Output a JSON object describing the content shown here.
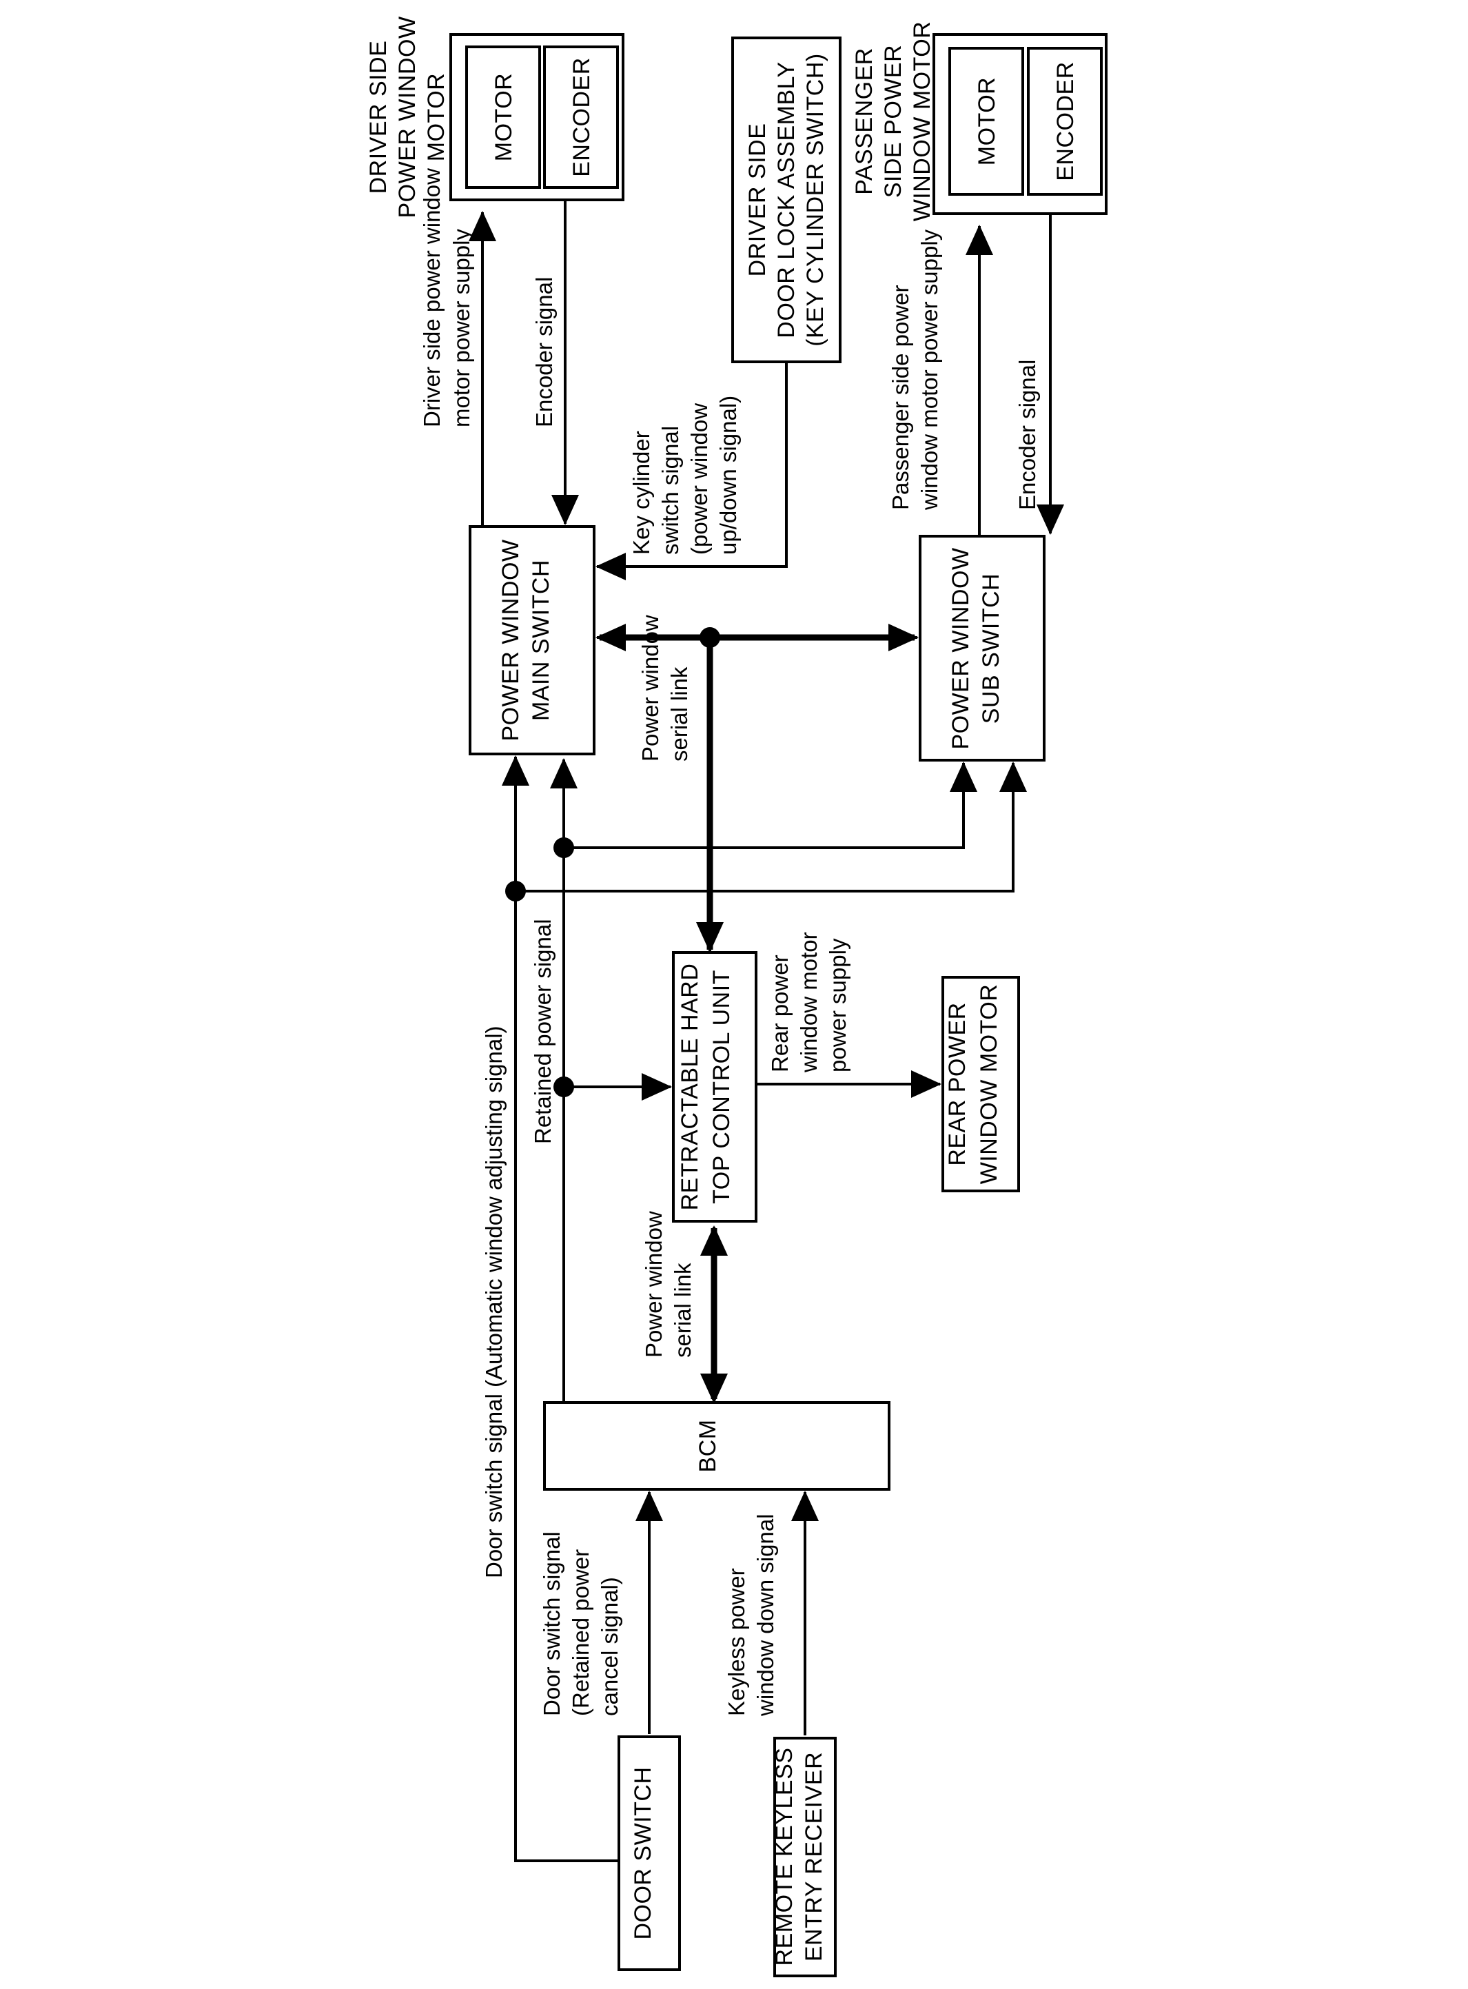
{
  "diagram": {
    "title": "Power Window System Block Diagram",
    "orientation": "rotated-90-ccw",
    "blocks": {
      "driver_motor_group": {
        "label": "DRIVER SIDE\nPOWER WINDOW\nMOTOR",
        "label_line1": "DRIVER SIDE",
        "label_line2": "POWER WINDOW",
        "label_line3": "MOTOR",
        "children": [
          "MOTOR",
          "ENCODER"
        ]
      },
      "driver_motor": {
        "label": "MOTOR"
      },
      "driver_encoder": {
        "label": "ENCODER"
      },
      "door_lock_assembly": {
        "label_line1": "DRIVER SIDE",
        "label_line2": "DOOR LOCK ASSEMBLY",
        "label_line3": "(KEY CYLINDER SWITCH)"
      },
      "passenger_motor_group": {
        "label_line1": "PASSENGER",
        "label_line2": "SIDE POWER",
        "label_line3": "WINDOW MOTOR",
        "children": [
          "MOTOR",
          "ENCODER"
        ]
      },
      "passenger_motor": {
        "label": "MOTOR"
      },
      "passenger_encoder": {
        "label": "ENCODER"
      },
      "main_switch": {
        "label_line1": "POWER WINDOW",
        "label_line2": "MAIN SWITCH"
      },
      "sub_switch": {
        "label_line1": "POWER WINDOW",
        "label_line2": "SUB SWITCH"
      },
      "rht_control_unit": {
        "label_line1": "RETRACTABLE HARD",
        "label_line2": "TOP CONTROL UNIT"
      },
      "rear_motor": {
        "label_line1": "REAR POWER",
        "label_line2": "WINDOW MOTOR"
      },
      "bcm": {
        "label": "BCM"
      },
      "door_switch": {
        "label": "DOOR SWITCH"
      },
      "keyless_receiver": {
        "label_line1": "REMOTE KEYLESS",
        "label_line2": "ENTRY RECEIVER"
      }
    },
    "signals": {
      "driver_motor_supply": {
        "line1": "Driver side power window",
        "line2": "motor power supply"
      },
      "driver_encoder_signal": {
        "line1": "Encoder signal"
      },
      "key_cylinder": {
        "line1": "Key cylinder",
        "line2": "switch signal",
        "line3": "(power window",
        "line4": "up/down signal)"
      },
      "passenger_motor_supply": {
        "line1": "Passenger side power",
        "line2": "window motor power supply"
      },
      "passenger_encoder_signal": {
        "line1": "Encoder signal"
      },
      "pw_serial_link_switches": {
        "line1": "Power window",
        "line2": "serial link"
      },
      "pw_serial_link_bcm": {
        "line1": "Power window",
        "line2": "serial link"
      },
      "rear_motor_supply": {
        "line1": "Rear power",
        "line2": "window motor",
        "line3": "power supply"
      },
      "door_switch_auto": {
        "line1": "Door switch signal (Automatic window adjusting signal)"
      },
      "retained_power": {
        "line1": "Retained power signal"
      },
      "door_switch_cancel": {
        "line1": "Door switch signal",
        "line2": "(Retained power",
        "line3": "cancel signal)"
      },
      "keyless_down": {
        "line1": "Keyless power",
        "line2": "window down signal"
      }
    },
    "colors": {
      "stroke": "#000000",
      "fill": "#ffffff",
      "background": "#ffffff"
    }
  }
}
